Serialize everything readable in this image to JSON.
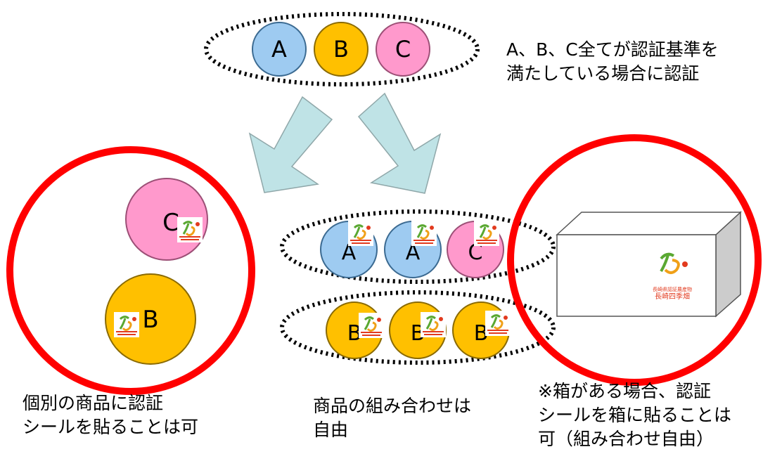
{
  "top_group": {
    "circles": [
      "A",
      "B",
      "C"
    ]
  },
  "top_note": {
    "line1": "A、B、C全てが認証基準を",
    "line2": "満たしている場合に認証"
  },
  "left_group": {
    "circles": [
      "C",
      "B"
    ]
  },
  "middle_groups": {
    "row1": [
      "A",
      "A",
      "C"
    ],
    "row2": [
      "B",
      "B",
      "B"
    ]
  },
  "seal": {
    "caption_line1": "長崎県認証農産物",
    "caption_line2": "長崎四季畑"
  },
  "captions": {
    "left": {
      "line1": "個別の商品に認証",
      "line2": "シールを貼ることは可"
    },
    "middle": {
      "line1": "商品の組み合わせは",
      "line2": "自由"
    },
    "right": {
      "line1": "※箱がある場合、認証",
      "line2": "シールを箱に貼ることは",
      "line3": "可（組み合わせ自由）"
    }
  },
  "colors": {
    "circle_a": "#9ecbf1",
    "circle_b": "#ffc000",
    "circle_c": "#ff99cc",
    "highlight_ring": "#ff0000",
    "arrow_fill": "#bfe3e6",
    "box_side": "#cccccc",
    "seal_red": "#e23a1e",
    "seal_green": "#5aa832",
    "seal_orange": "#f0a018"
  }
}
